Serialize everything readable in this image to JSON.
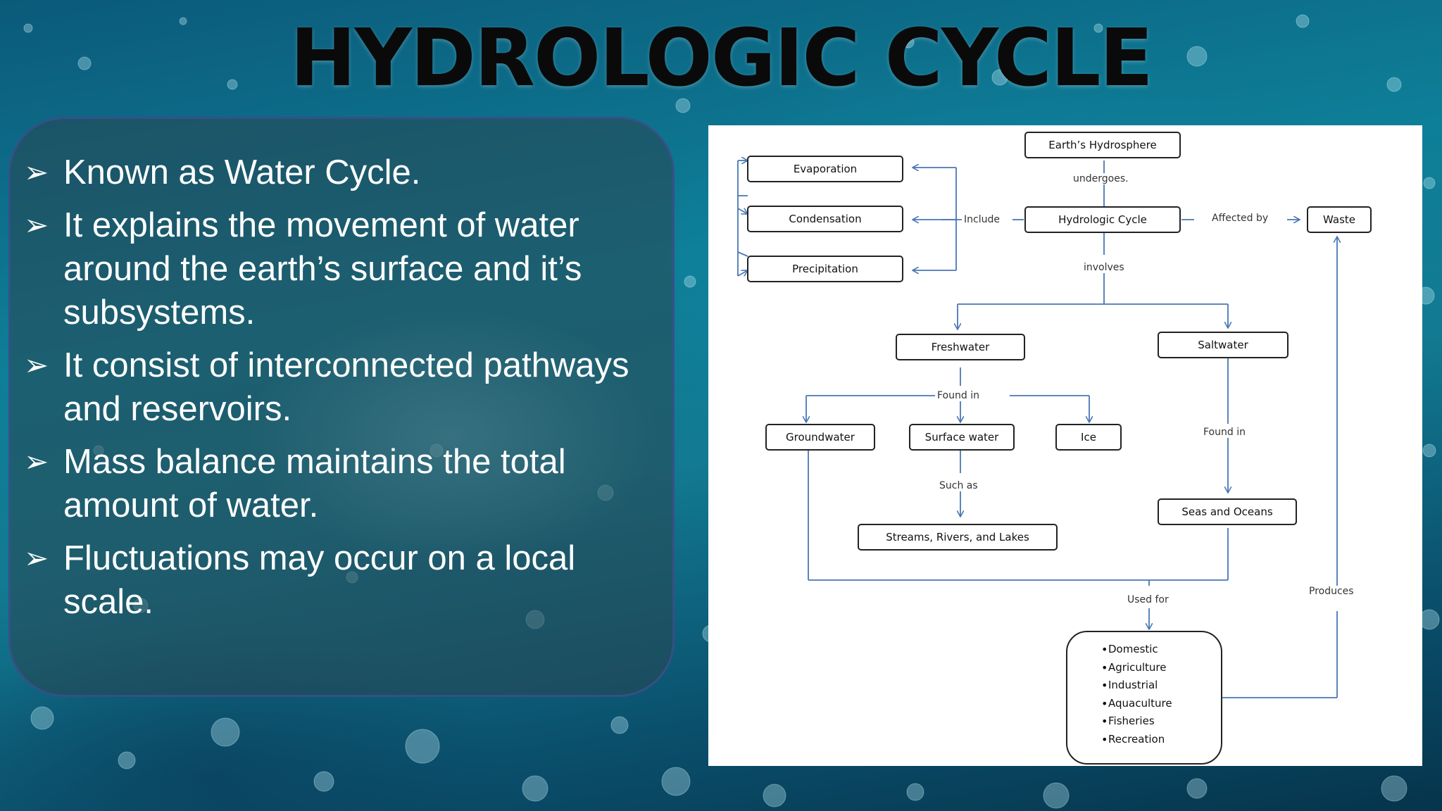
{
  "slide": {
    "title": "HYDROLOGIC CYCLE",
    "bullets": [
      "Known as Water Cycle.",
      "It explains the movement of water around the earth’s surface and it’s subsystems.",
      "It consist of interconnected pathways and reservoirs.",
      "Mass balance maintains the total amount of water.",
      "Fluctuations may occur on a local scale."
    ],
    "bullet_glyph": "➢"
  },
  "diagram": {
    "nodes": {
      "hydrosphere": "Earth’s Hydrosphere",
      "cycle": "Hydrologic Cycle",
      "evaporation": "Evaporation",
      "condensation": "Condensation",
      "precipitation": "Precipitation",
      "waste": "Waste",
      "freshwater": "Freshwater",
      "saltwater": "Saltwater",
      "groundwater": "Groundwater",
      "surface_water": "Surface water",
      "ice": "Ice",
      "seas": "Seas and Oceans",
      "streams": "Streams, Rivers, and Lakes"
    },
    "labels": {
      "undergoes": "undergoes.",
      "include": "Include",
      "affected_by": "Affected by",
      "involves": "involves",
      "found_in_fresh": "Found in",
      "found_in_salt": "Found in",
      "such_as": "Such as",
      "used_for": "Used for",
      "produces": "Produces"
    },
    "uses": [
      "Domestic",
      "Agriculture",
      "Industrial",
      "Aquaculture",
      "Fisheries",
      "Recreation"
    ]
  },
  "colors": {
    "connector": "#4a77b4",
    "title": "#0a0a0a",
    "bullet_text": "#ffffff",
    "panel_border": "#3c508c"
  }
}
